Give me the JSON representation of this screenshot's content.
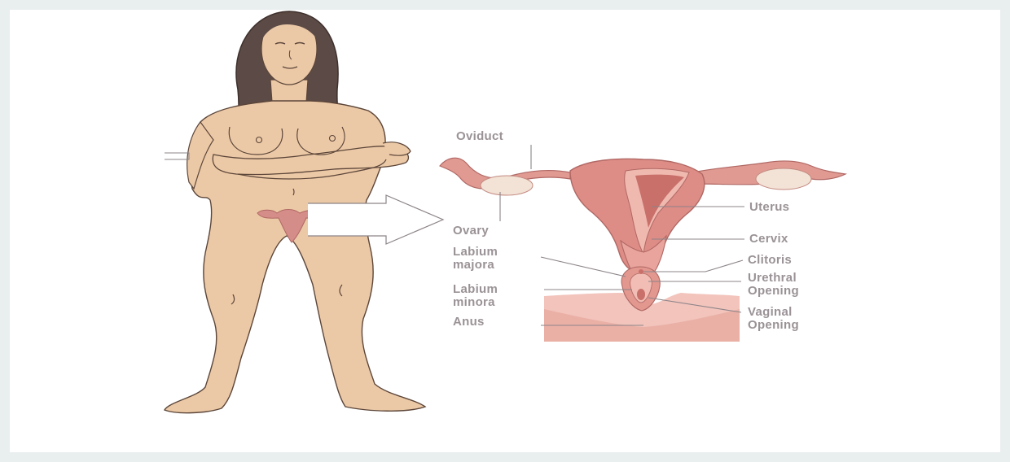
{
  "diagram": {
    "labels": {
      "oviduct": "Oviduct",
      "ovary": "Ovary",
      "labium_majora_1": "Labium",
      "labium_majora_2": "majora",
      "labium_minora_1": "Labium",
      "labium_minora_2": "minora",
      "anus": "Anus",
      "uterus": "Uterus",
      "cervix": "Cervix",
      "clitoris": "Clitoris",
      "urethral_opening_1": "Urethral",
      "urethral_opening_2": "Opening",
      "vaginal_opening_1": "Vaginal",
      "vaginal_opening_2": "Opening"
    },
    "colors": {
      "skin": "#ecc9a6",
      "skin_outline": "#5c463a",
      "hair": "#5b4a46",
      "organ": "#de8c86",
      "organ_dark": "#c9706a",
      "organ_light": "#f2c4bc",
      "label_text": "#9a9296",
      "leader_line": "#8c8488"
    }
  }
}
